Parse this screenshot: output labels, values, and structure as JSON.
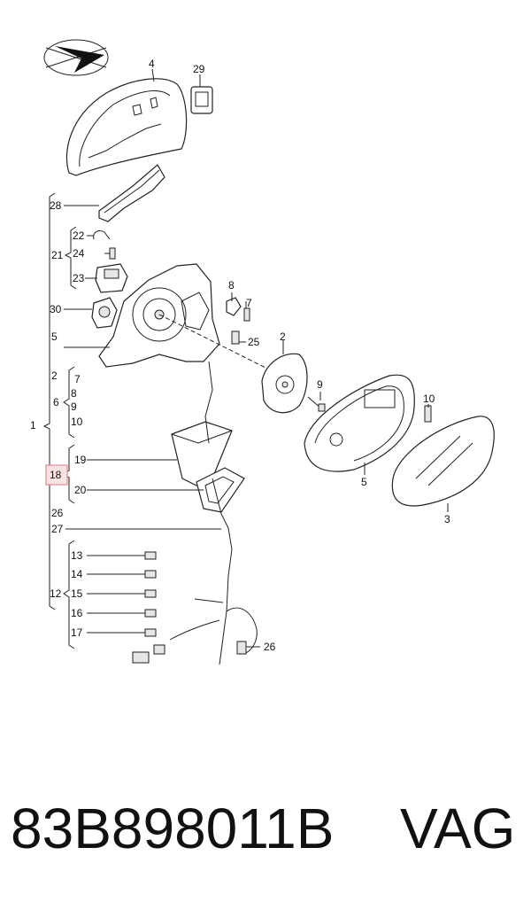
{
  "callouts": {
    "c1": "1",
    "c2": "2",
    "c2b": "2",
    "c3": "3",
    "c4": "4",
    "c5": "5",
    "c5b": "5",
    "c6": "6",
    "c7": "7",
    "c7b": "7",
    "c8": "8",
    "c8b": "8",
    "c9": "9",
    "c9b": "9",
    "c10": "10",
    "c10b": "10",
    "c12": "12",
    "c13": "13",
    "c14": "14",
    "c15": "15",
    "c16": "16",
    "c17": "17",
    "c18": "18",
    "c19": "19",
    "c20": "20",
    "c21": "21",
    "c22": "22",
    "c23": "23",
    "c24": "24",
    "c25": "25",
    "c26": "26",
    "c26b": "26",
    "c27": "27",
    "c28": "28",
    "c29": "29",
    "c30": "30"
  },
  "highlight_color": "#e88a8a",
  "caption": {
    "part_number": "83B898011B",
    "brand": "VAG"
  }
}
